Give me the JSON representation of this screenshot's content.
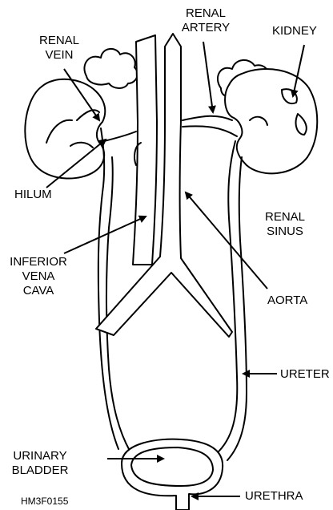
{
  "labels": {
    "renal_vein": [
      "RENAL",
      "VEIN"
    ],
    "renal_artery": [
      "RENAL",
      "ARTERY"
    ],
    "kidney": "KIDNEY",
    "hilum": "HILUM",
    "renal_sinus": [
      "RENAL",
      "SINUS"
    ],
    "inferior_vena_cava": [
      "INFERIOR",
      "VENA",
      "CAVA"
    ],
    "aorta": "AORTA",
    "ureter": "URETER",
    "urinary_bladder": [
      "URINARY",
      "BLADDER"
    ],
    "urethra": "URETHRA",
    "figure_id": "HM3F0155"
  },
  "colors": {
    "line": "#000000",
    "background": "#ffffff"
  }
}
